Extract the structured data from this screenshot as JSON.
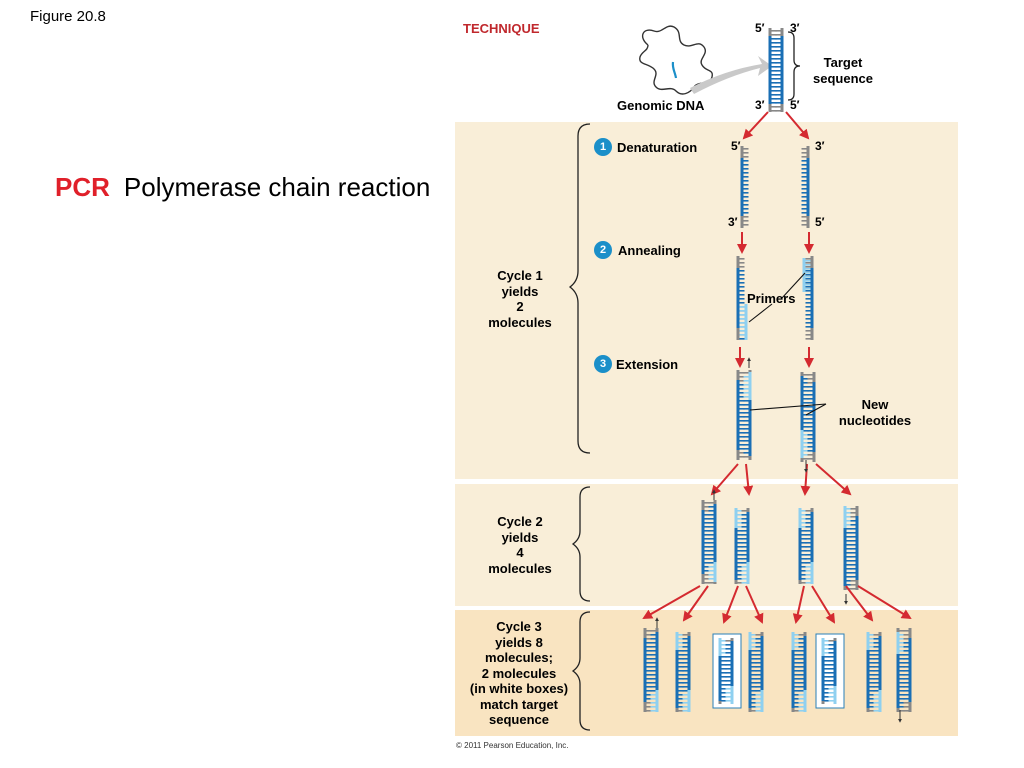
{
  "figure_label": "Figure 20.8",
  "title": {
    "abbrev": "PCR",
    "full": "Polymerase chain reaction"
  },
  "technique": "TECHNIQUE",
  "target": {
    "ends_top": [
      "5′",
      "3′"
    ],
    "ends_bottom": [
      "3′",
      "5′"
    ],
    "target_label_line1": "Target",
    "target_label_line2": "sequence",
    "genomic_dna_label": "Genomic DNA"
  },
  "steps": [
    {
      "num": "1",
      "label": "Denaturation"
    },
    {
      "num": "2",
      "label": "Annealing"
    },
    {
      "num": "3",
      "label": "Extension"
    }
  ],
  "denature_ends": {
    "left_top": "5′",
    "right_top": "3′",
    "left_bottom": "3′",
    "right_bottom": "5′"
  },
  "callouts": {
    "primers": "Primers",
    "new_line1": "New",
    "new_line2": "nucleotides"
  },
  "cycles": [
    {
      "lines": [
        "Cycle 1",
        "yields",
        "2",
        "molecules"
      ]
    },
    {
      "lines": [
        "Cycle 2",
        "yields",
        "4",
        "molecules"
      ]
    },
    {
      "lines": [
        "Cycle 3",
        "yields 8",
        "molecules;",
        "2 molecules",
        "(in white boxes)",
        "match target",
        "sequence"
      ]
    }
  ],
  "copyright": "© 2011 Pearson Education, Inc.",
  "colors": {
    "strand_dark": "#1a6fb5",
    "strand_light": "#8fd0f0",
    "grey_end": "#888888",
    "arrow_red": "#d42a30",
    "panel_bg": "#f9eed8",
    "panel_bg_dark": "#f9e4c1",
    "accent_red": "#e0202a",
    "step_circle": "#1b8fc9"
  }
}
